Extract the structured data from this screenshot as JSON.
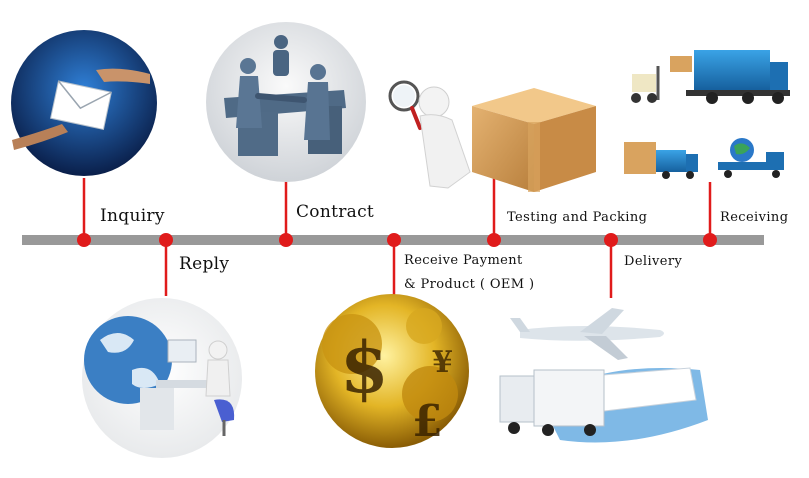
{
  "timeline": {
    "line_color": "#999999",
    "accent_color": "#e01b1b",
    "steps": [
      {
        "label": "Inquiry",
        "image": "email-handoff-icon"
      },
      {
        "label": "Reply",
        "image": "computer-workstation-icon"
      },
      {
        "label": "Contract",
        "image": "handshake-meeting-icon"
      },
      {
        "label_line1": "Receive Payment",
        "label_line2": "& Product ( OEM )",
        "image": "currency-gears-icon"
      },
      {
        "label": "Testing and Packing",
        "image": "magnifier-box-icon"
      },
      {
        "label": "Delivery",
        "image": "plane-truck-ship-icon"
      },
      {
        "label": "Receiving",
        "image": "trucks-forklift-icon"
      }
    ]
  }
}
